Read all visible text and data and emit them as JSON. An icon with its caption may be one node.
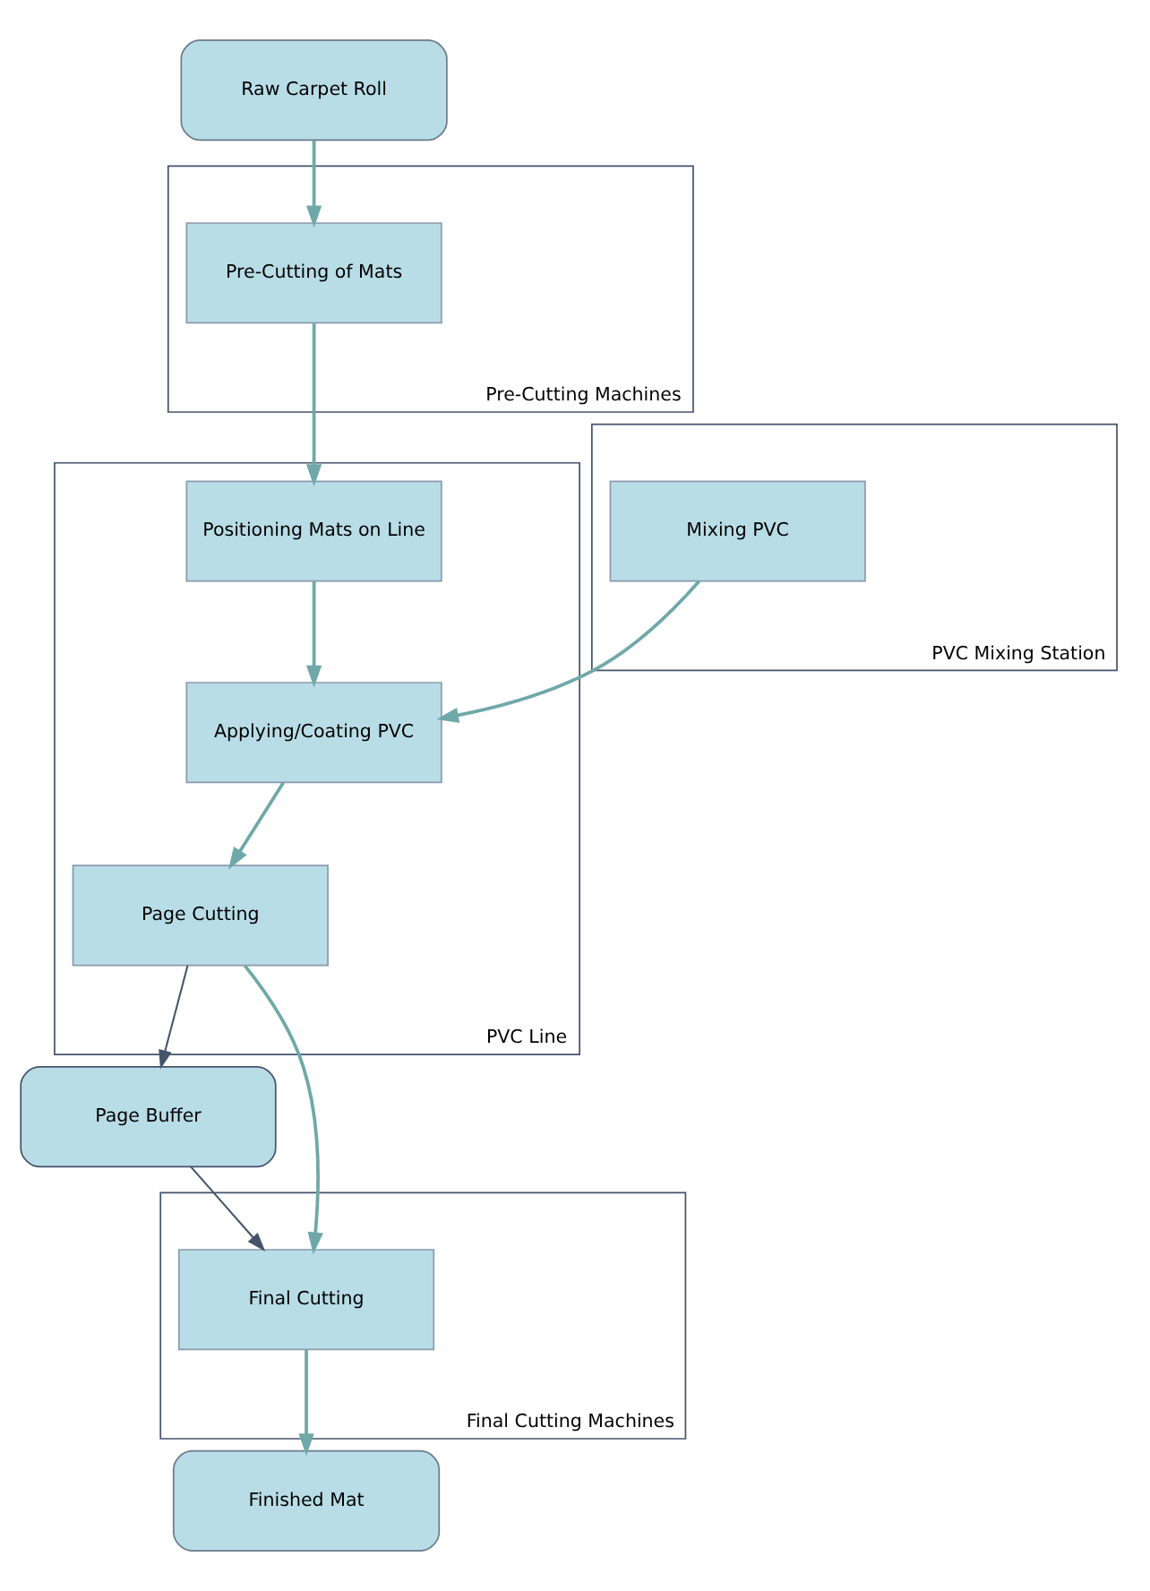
{
  "diagram": {
    "nodes": [
      {
        "text": [
          "Raw Carpet Roll"
        ]
      },
      {
        "text": [
          "Pre-Cutting Machines"
        ]
      },
      {
        "text": [
          "Pre-Cutting of Mats"
        ],
        "in": 1
      },
      {
        "text": [
          "PVC Line"
        ]
      },
      {
        "text": [
          "Positioning Mats on Line"
        ],
        "in": 3
      },
      {
        "text": [
          "Applying/Coating PVC"
        ],
        "in": 3
      },
      {
        "text": [
          "Page Cutting"
        ],
        "in": 3
      },
      {
        "text": [
          "PVC Mixing Station"
        ]
      },
      {
        "text": [
          "Mixing PVC"
        ],
        "in": 7
      },
      {
        "text": [
          "Page Buffer"
        ]
      },
      {
        "text": [
          "Final Cutting Machines"
        ]
      },
      {
        "text": [
          "Final Cutting"
        ],
        "in": 10
      },
      {
        "text": [
          "Finished Mat"
        ]
      }
    ],
    "edges": [
      {
        "from": 0,
        "to": 2,
        "arrow": "to"
      },
      {
        "from": 2,
        "to": 4,
        "arrow": "to"
      },
      {
        "from": 4,
        "to": 5,
        "arrow": "to"
      },
      {
        "from": 8,
        "to": 5,
        "arrow": "to"
      },
      {
        "from": 5,
        "to": 6,
        "arrow": "to"
      },
      {
        "from": 6,
        "to": 9,
        "arrow": "to",
        "color": "#44546a"
      },
      {
        "from": 6,
        "to": 11,
        "arrow": "to"
      },
      {
        "from": 9,
        "to": 11,
        "arrow": "to",
        "color": "#44546a"
      },
      {
        "from": 11,
        "to": 12,
        "arrow": "to"
      }
    ]
  }
}
